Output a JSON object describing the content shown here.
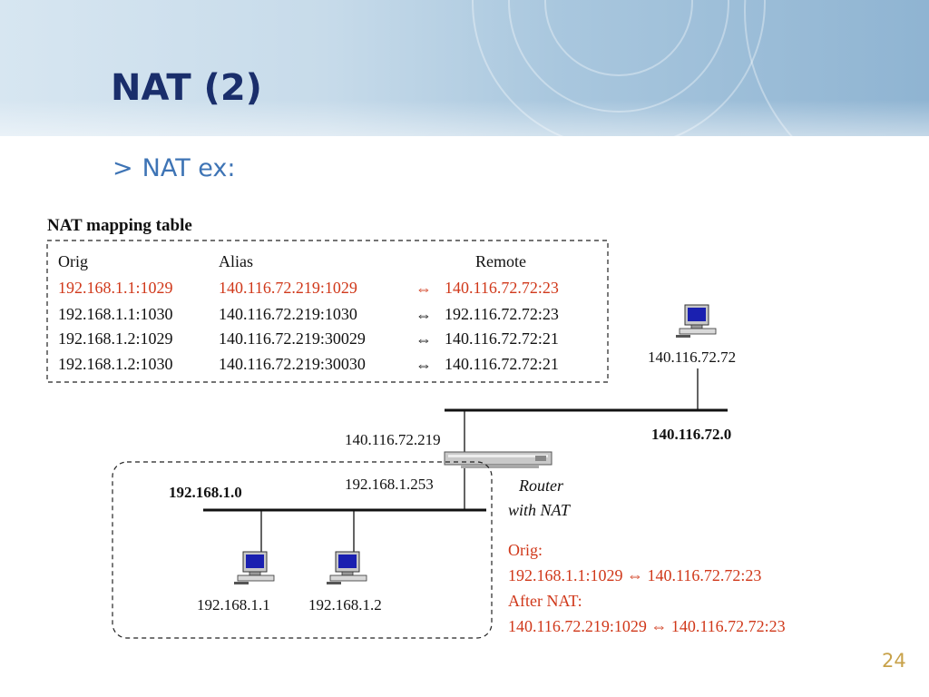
{
  "slide": {
    "title": "NAT (2)",
    "bullet_marker": ">",
    "bullet_text": "NAT ex:",
    "page_number": "24"
  },
  "mapping_table": {
    "heading": "NAT mapping table",
    "columns": [
      "Orig",
      "Alias",
      "Remote"
    ],
    "arrow": "⇔",
    "rows": [
      {
        "orig": "192.168.1.1:1029",
        "alias": "140.116.72.219:1029",
        "remote": "140.116.72.72:23",
        "highlight": true
      },
      {
        "orig": "192.168.1.1:1030",
        "alias": "140.116.72.219:1030",
        "remote": "192.116.72.72:23",
        "highlight": false
      },
      {
        "orig": "192.168.1.2:1029",
        "alias": "140.116.72.219:30029",
        "remote": "140.116.72.72:21",
        "highlight": false
      },
      {
        "orig": "192.168.1.2:1030",
        "alias": "140.116.72.219:30030",
        "remote": "140.116.72.72:21",
        "highlight": false
      }
    ]
  },
  "network": {
    "remote_host_ip": "140.116.72.72",
    "public_network": "140.116.72.0",
    "router_public_ip": "140.116.72.219",
    "router_private_ip": "192.168.1.253",
    "router_label_line1": "Router",
    "router_label_line2": "with NAT",
    "private_network": "192.168.1.0",
    "host1_ip": "192.168.1.1",
    "host2_ip": "192.168.1.2"
  },
  "translation_note": {
    "orig_label": "Orig:",
    "orig_value": "192.168.1.1:1029 ⇔ 140.116.72.72:23",
    "after_label": "After NAT:",
    "after_value": "140.116.72.219:1029 ⇔ 140.116.72.72:23"
  },
  "colors": {
    "title": "#1a2e6b",
    "bullet": "#3e74b5",
    "highlight_red": "#d0381a",
    "text": "#111111",
    "page_number": "#c8a24a"
  }
}
